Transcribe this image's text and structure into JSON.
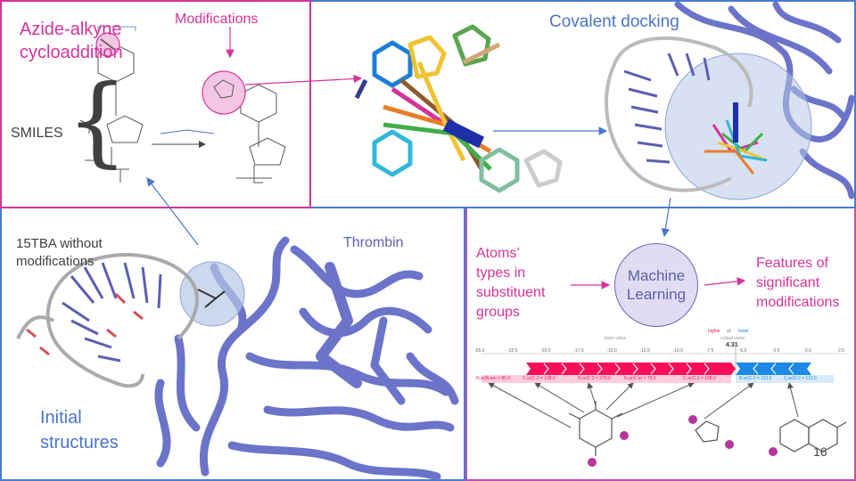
{
  "top_left": {
    "title_line1": "Azide-alkyne",
    "title_line2": "cycloaddition",
    "modifications": "Modifications",
    "smiles": "SMILES",
    "brace": "{"
  },
  "top_right": {
    "title": "Covalent docking"
  },
  "bottom_left": {
    "aptamer_line1": "15TBA without",
    "aptamer_line2": "modifications",
    "protein": "Thrombin",
    "caption_line1": "Initial",
    "caption_line2": "structures"
  },
  "bottom_right": {
    "left_line1": "Atoms’",
    "left_line2": "types in",
    "left_line3": "substituent",
    "left_line4": "groups",
    "center_line1": "Machine",
    "center_line2": "Learning",
    "right_line1": "Features of",
    "right_line2": "significant",
    "right_line3": "modifications",
    "shap": {
      "higher": "higher",
      "arrows": "⇄",
      "lower": "lower",
      "base_value": "base value",
      "output_value": "output value",
      "output_number": "4.31",
      "ticks": [
        "-25.0",
        "-22.5",
        "-20.0",
        "-17.5",
        "-15.0",
        "-12.5",
        "-10.0",
        "-7.5",
        "-5.0",
        "-2.5",
        "0.0",
        "2.5"
      ],
      "features": [
        "N.ar|N.am = 95.0",
        "C.ar|C.2 = 138.0",
        "N.ar|C.2 = 276.0",
        "N.ar|C.ar = 78.0",
        "C.ar|C.3 = 158.0",
        "N.ar|C.2 = 110.0",
        "C.ar|O.2 = 113.0"
      ]
    }
  },
  "slide_number": "16",
  "colors": {
    "magenta": "#d6339a",
    "blue": "#4a74c9",
    "violet": "#5b5fb0",
    "protein": "#6b74c9",
    "shap_red": "#ff0d57",
    "shap_blue": "#1e88e5"
  }
}
